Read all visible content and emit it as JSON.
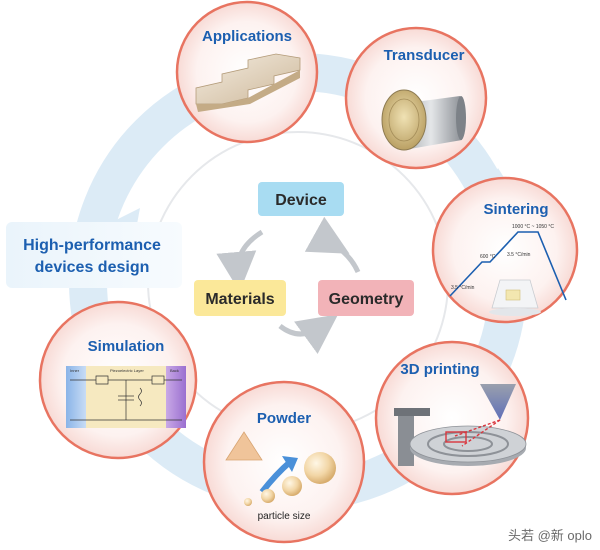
{
  "center": {
    "device": "Device",
    "materials": "Materials",
    "geometry": "Geometry"
  },
  "banner": {
    "line1": "High-performance",
    "line2": "devices design"
  },
  "nodes": {
    "applications": "Applications",
    "transducer": "Transducer",
    "sintering": "Sintering",
    "printing": "3D printing",
    "powder": "Powder",
    "simulation": "Simulation"
  },
  "sintering_chart": {
    "label_a": "1000 °C ~ 1050 °C",
    "label_b": "3.5 °C/min",
    "label_c": "600 °C",
    "label_d": "3.5 °C/min"
  },
  "powder_caption": "particle size",
  "simulation_panel": {
    "left": "Inner",
    "middle": "Piezoelectric Layer",
    "right": "Back"
  },
  "watermark": "头若 @新 oplo",
  "colors": {
    "ring": "#d6e9f5",
    "node_border": "#e87461",
    "device_box": "#a8dcf2",
    "materials_box": "#fbe899",
    "geometry_box": "#f2b3b8",
    "title_blue": "#1c5fb0"
  }
}
